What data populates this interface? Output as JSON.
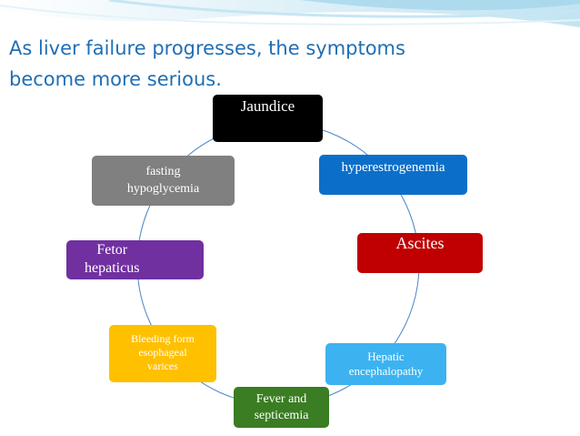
{
  "slide": {
    "title_line1": "As liver failure progresses, the symptoms",
    "title_line2": "become more serious."
  },
  "cycle": {
    "nodes": [
      {
        "id": "jaundice",
        "label": "Jaundice",
        "color": "#000000"
      },
      {
        "id": "hyperestrogenemia",
        "label": "hyperestrogenemia",
        "color": "#0b6fc9"
      },
      {
        "id": "ascites",
        "label": "Ascites",
        "color": "#c00000"
      },
      {
        "id": "hepatic-encephalopathy",
        "label": "Hepatic\nencephalopathy",
        "color": "#3cb3f0"
      },
      {
        "id": "fever-septicemia",
        "label": "Fever and\nsepticemia",
        "color": "#3a7d22"
      },
      {
        "id": "bleeding-varices",
        "label": "Bleeding form\nesophageal\nvarices",
        "color": "#ffc000"
      },
      {
        "id": "fetor-hepaticus",
        "label": "Fetor\nhepaticus",
        "color": "#7030a0"
      },
      {
        "id": "fasting-hypoglycemia",
        "label": "fasting\nhypoglycemia",
        "color": "#808080"
      }
    ],
    "circle_color": "#4a86c5"
  }
}
